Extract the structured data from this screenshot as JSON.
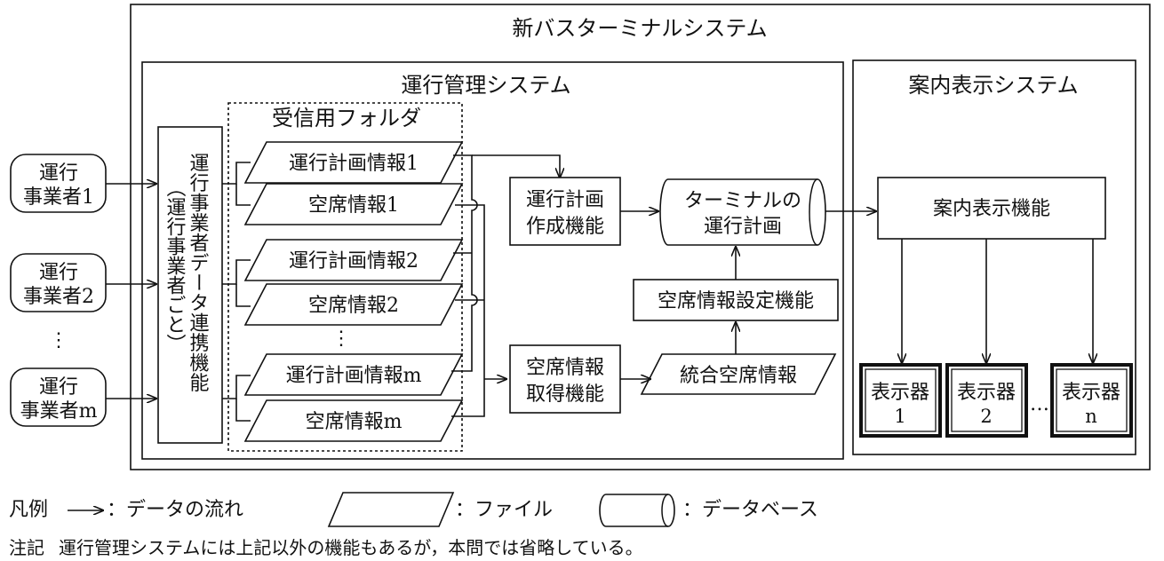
{
  "title": "新バスターミナルシステム",
  "operation_system": {
    "title": "運行管理システム",
    "folder_title": "受信用フォルダ",
    "link_function": [
      "運行事業者データ連携機能",
      "（運行事業者ごと）"
    ],
    "files": [
      "運行計画情報1",
      "空席情報1",
      "運行計画情報2",
      "空席情報2",
      "運行計画情報m",
      "空席情報m"
    ],
    "folder_ellipsis": "⋮",
    "plan_function": [
      "運行計画",
      "作成機能"
    ],
    "seat_get_function": [
      "空席情報",
      "取得機能"
    ],
    "db": [
      "ターミナルの",
      "運行計画"
    ],
    "seat_set_function": "空席情報設定機能",
    "integrated_file": "統合空席情報"
  },
  "operators": [
    [
      "運行",
      "事業者1"
    ],
    [
      "運行",
      "事業者2"
    ],
    [
      "運行",
      "事業者m"
    ]
  ],
  "operators_ellipsis": "⋮",
  "guide_system": {
    "title": "案内表示システム",
    "function": "案内表示機能",
    "displays": [
      [
        "表示器",
        "1"
      ],
      [
        "表示器",
        "2"
      ],
      [
        "表示器",
        "n"
      ]
    ],
    "ellipsis": "…"
  },
  "legend": {
    "label": "凡例",
    "flow": "：データの流れ",
    "file": "：ファイル",
    "database": "：データベース"
  },
  "note": {
    "label": "注記",
    "text": "運行管理システムには上記以外の機能もあるが，本問では省略している。"
  }
}
